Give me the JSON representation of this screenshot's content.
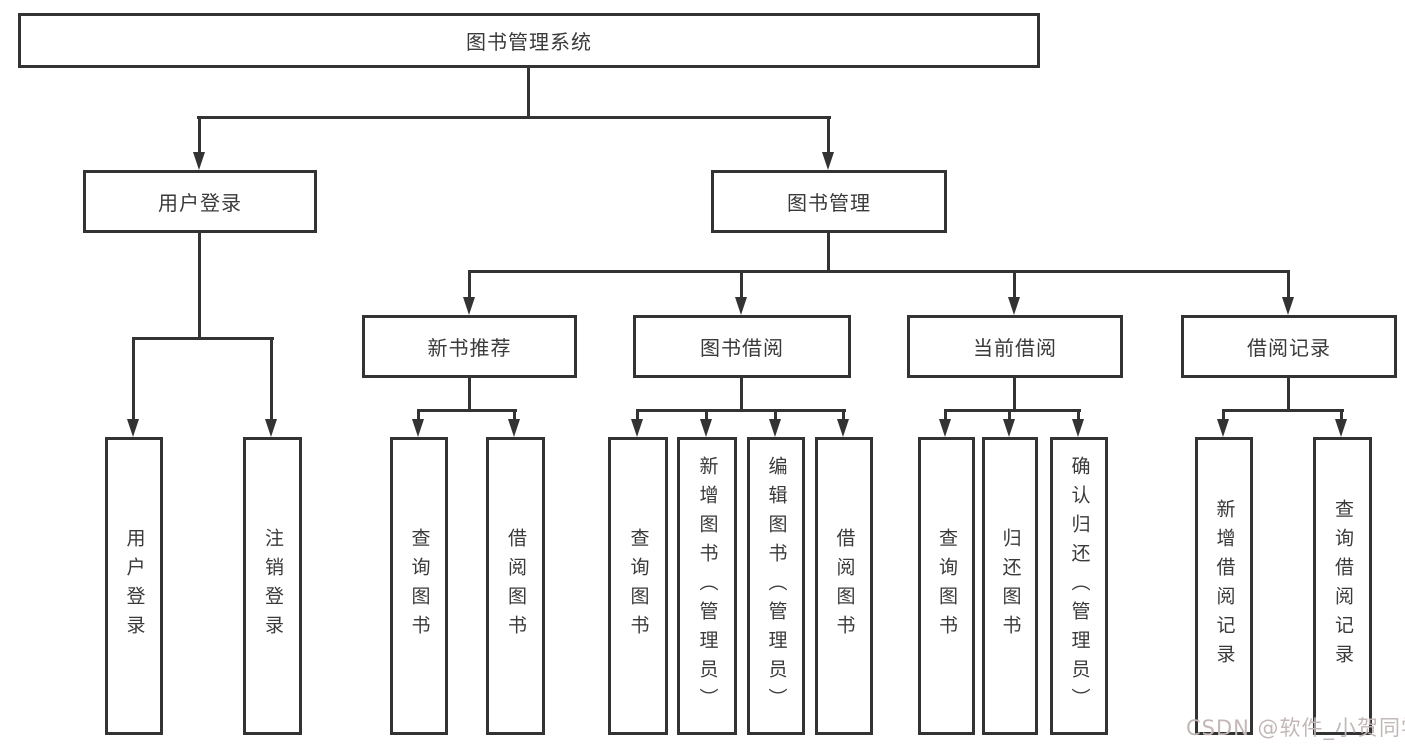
{
  "diagram": {
    "title": "图书管理系统",
    "nodes": {
      "root": "图书管理系统",
      "user_login": "用户登录",
      "book_mgmt": "图书管理",
      "new_book_rec": "新书推荐",
      "book_borrow": "图书借阅",
      "current_borrow": "当前借阅",
      "borrow_records": "借阅记录",
      "leaf_user_login": "用户登录",
      "leaf_logout": "注销登录",
      "leaf_rec_query": "查询图书",
      "leaf_rec_borrow": "借阅图书",
      "leaf_bb_query": "查询图书",
      "leaf_bb_add": "新增图书（管理员）",
      "leaf_bb_edit": "编辑图书（管理员）",
      "leaf_bb_borrow": "借阅图书",
      "leaf_cb_query": "查询图书",
      "leaf_cb_return": "归还图书",
      "leaf_cb_confirm": "确认归还（管理员）",
      "leaf_br_add": "新增借阅记录",
      "leaf_br_query": "查询借阅记录"
    },
    "watermark": "CSDN @软件_小贺同学",
    "colors": {
      "line": "#333333",
      "text": "#3a3a3a",
      "watermark": "#c3b7b7",
      "background": "#ffffff"
    }
  }
}
